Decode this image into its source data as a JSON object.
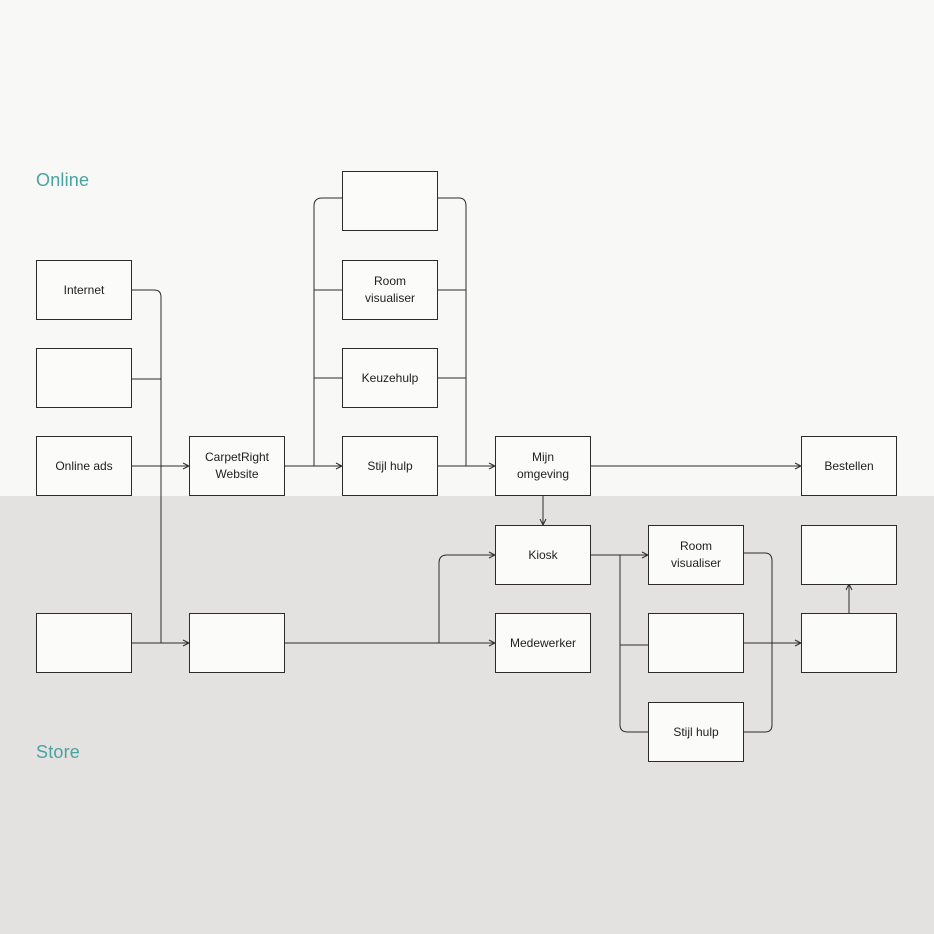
{
  "lanes": {
    "online": "Online",
    "store": "Store"
  },
  "nodes": {
    "internet": "Internet",
    "source_blank": "",
    "online_ads": "Online ads",
    "website": "CarpetRight\nWebsite",
    "online_tool_blank": "",
    "room_visualiser_online": "Room\nvisualiser",
    "keuzehulp": "Keuzehulp",
    "stijl_hulp_online": "Stijl hulp",
    "mijn_omgeving": "Mijn\nomgeving",
    "bestellen": "Bestellen",
    "store_source_blank": "",
    "store_entry_blank": "",
    "kiosk": "Kiosk",
    "medewerker": "Medewerker",
    "room_visualiser_store": "Room\nvisualiser",
    "store_tool_blank": "",
    "stijl_hulp_store": "Stijl hulp",
    "store_end_top_blank": "",
    "store_end_blank": ""
  },
  "colors": {
    "accent": "#4aa3a0",
    "online_bg": "#f8f8f6",
    "store_bg": "#e4e2e0",
    "line": "#2b2b2b"
  }
}
